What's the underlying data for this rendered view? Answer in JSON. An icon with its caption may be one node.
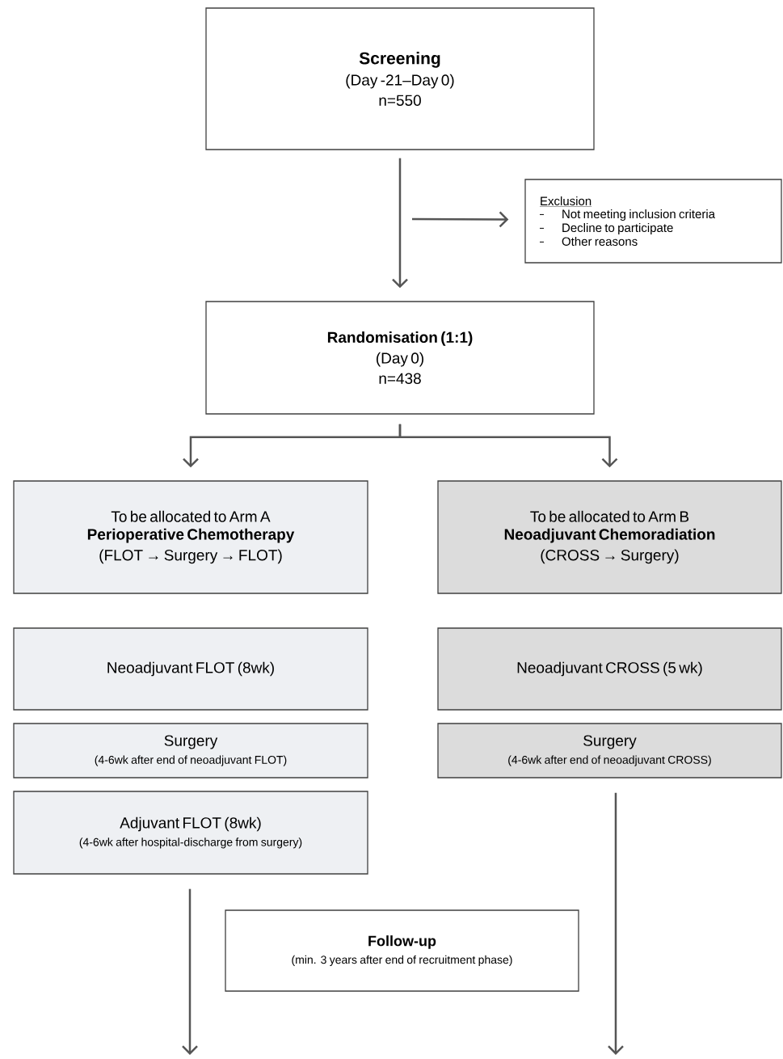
{
  "diagram": {
    "nodes": [
      {
        "text": [
          "Screening",
          "(Day -21–Day 0)",
          "n=550"
        ]
      },
      {
        "text": [
          "Exclusion",
          "Not meeting inclusion criteria",
          "Decline to participate",
          "Other reasons"
        ]
      },
      {
        "text": [
          "Randomisation (1:1)",
          "(Day 0)",
          "n=438"
        ]
      },
      {
        "text": [
          "To be allocated to Arm A",
          "Perioperative Chemotherapy",
          "(FLOT → Surgery → FLOT)"
        ]
      },
      {
        "text": [
          "To be allocated to Arm B",
          "Neoadjuvant Chemoradiation",
          "(CROSS → Surgery)"
        ]
      },
      {
        "text": [
          "Neoadjuvant FLOT (8wk)"
        ]
      },
      {
        "text": [
          "Neoadjuvant CROSS (5 wk)"
        ]
      },
      {
        "text": [
          "Surgery",
          "(4-6wk after end of neoadjuvant FLOT)"
        ]
      },
      {
        "text": [
          "Surgery",
          "(4-6wk after end of neoadjuvant CROSS)"
        ]
      },
      {
        "text": [
          "Adjuvant FLOT (8wk)",
          "(4-6wk after hospital-discharge from surgery)"
        ]
      },
      {
        "text": [
          "Follow-up",
          "(min. 3 years after end of recruitment phase)"
        ]
      }
    ],
    "edges": [
      {
        "from": 0,
        "to": 2,
        "arrow": "to"
      },
      {
        "from": 2,
        "to": 3,
        "arrow": "to"
      },
      {
        "from": 2,
        "to": 4,
        "arrow": "to"
      },
      {
        "from": null,
        "to": 1,
        "arrow": "to"
      },
      {
        "from": 9,
        "to": null,
        "arrow": "to"
      },
      {
        "from": 8,
        "to": null,
        "arrow": "to"
      }
    ]
  }
}
